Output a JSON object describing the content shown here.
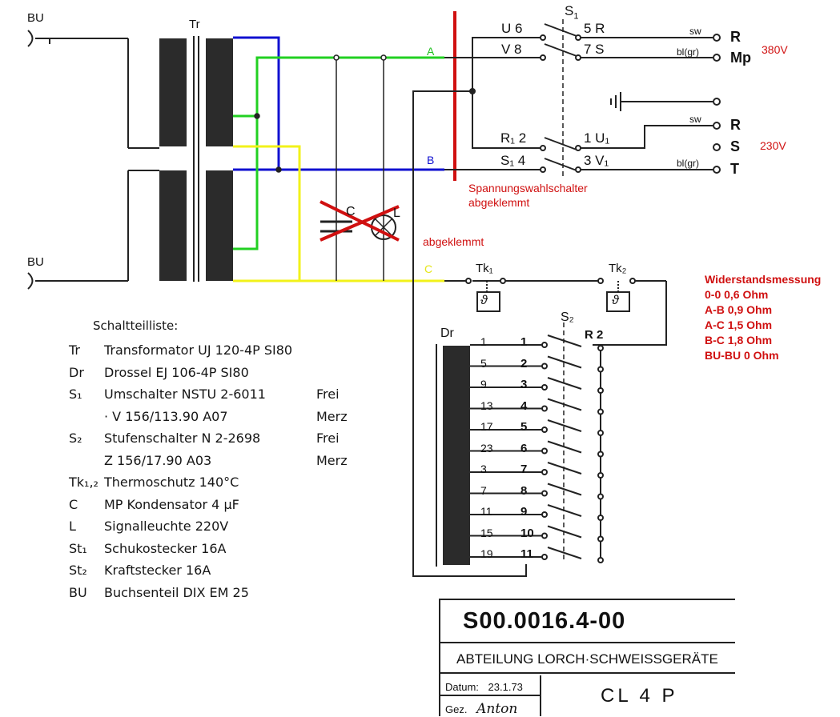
{
  "labels": {
    "bu_top": "BU",
    "bu_bottom": "BU",
    "tr": "Tr",
    "s1": "S",
    "s1_sub": "1",
    "line_a": "A",
    "line_b": "B",
    "line_c": "C",
    "sw1": "sw",
    "sw2": "sw",
    "bl1": "bl(gr)",
    "bl2": "bl(gr)",
    "out_r1": "R",
    "out_mp": "Mp",
    "out_r2": "R",
    "out_s": "S",
    "out_t": "T",
    "v380": "380V",
    "v230": "230V",
    "t_u6": "U  6",
    "t_v8": "V  8",
    "t_5r": "5  R",
    "t_7s": "7  S",
    "t_r12": "R₁  2",
    "t_s14": "S₁  4",
    "t_1u1": "1  U₁",
    "t_3v1": "3  V₁",
    "tk1": "Tk₁",
    "tk2": "Tk₂",
    "dr": "Dr",
    "s2": "S₂",
    "r2": "R 2",
    "cap": "C",
    "lamp": "L"
  },
  "notes": {
    "spannung_1": "Spannungswahlschalter",
    "spannung_2": "abgeklemmt",
    "abgeklemmt": "abgeklemmt",
    "wid_title": "Widerstandsmessung",
    "wid_lines": [
      "0-0  0,6 Ohm",
      "A-B 0,9 Ohm",
      "A-C 1,5 Ohm",
      "B-C 1,8 Ohm",
      "BU-BU 0 Ohm"
    ]
  },
  "dr_taps": [
    {
      "tap": "1",
      "pos": "1"
    },
    {
      "tap": "5",
      "pos": "2"
    },
    {
      "tap": "9",
      "pos": "3"
    },
    {
      "tap": "13",
      "pos": "4"
    },
    {
      "tap": "17",
      "pos": "5"
    },
    {
      "tap": "23",
      "pos": "6"
    },
    {
      "tap": "3",
      "pos": "7"
    },
    {
      "tap": "7",
      "pos": "8"
    },
    {
      "tap": "11",
      "pos": "9"
    },
    {
      "tap": "15",
      "pos": "10"
    },
    {
      "tap": "19",
      "pos": "11"
    }
  ],
  "parts_list": {
    "title": "Schaltteilliste:",
    "rows": [
      {
        "code": "Tr",
        "desc": "Transformator UJ 120-4P  SI80",
        "supplier": ""
      },
      {
        "code": "Dr",
        "desc": "Drossel EJ 106-4P  SI80",
        "supplier": ""
      },
      {
        "code": "S₁",
        "desc": "Umschalter NSTU 2-6011",
        "supplier": "Frei"
      },
      {
        "code": "",
        "desc": "· V 156/113.90 A07",
        "supplier": "Merz"
      },
      {
        "code": "S₂",
        "desc": "Stufenschalter N 2-2698",
        "supplier": "Frei"
      },
      {
        "code": "",
        "desc": "Z 156/17.90 A03",
        "supplier": "Merz"
      },
      {
        "code": "Tk₁,₂",
        "desc": "Thermoschutz 140°C",
        "supplier": ""
      },
      {
        "code": "C",
        "desc": "MP Kondensator 4 µF",
        "supplier": ""
      },
      {
        "code": "L",
        "desc": "Signalleuchte 220V",
        "supplier": ""
      },
      {
        "code": "St₁",
        "desc": "Schukostecker 16A",
        "supplier": ""
      },
      {
        "code": "St₂",
        "desc": "Kraftstecker 16A",
        "supplier": ""
      },
      {
        "code": "BU",
        "desc": "Buchsenteil DIX EM 25",
        "supplier": ""
      }
    ]
  },
  "title_block": {
    "number": "S00.0016.4-00",
    "department": "ABTEILUNG LORCH·SCHWEISSGERÄTE",
    "datum_label": "Datum:",
    "datum_value": "23.1.73",
    "gez_label": "Gez.",
    "gez_value": "Anton",
    "model": "CL 4 P"
  },
  "colors": {
    "ink": "#1a1a1a",
    "blue": "#1010d0",
    "green": "#22d022",
    "yellow": "#f2f21a",
    "red": "#d01010",
    "core": "#2b2b2b"
  }
}
